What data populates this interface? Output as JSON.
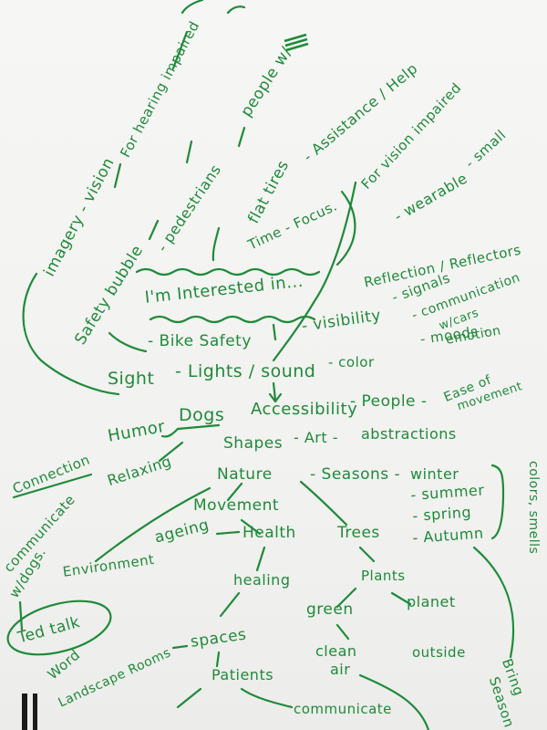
{
  "ink_color": "#1f8a3a",
  "paper_color": "#f3f3f1",
  "words": {
    "for_hearing_impaired": "For hearing impaired",
    "people_with": "people w/",
    "assistance_help": "- Assistance / Help",
    "for_vision_impaired": "For vision impaired",
    "small": "- small",
    "imagery_vision": "imagery - vision",
    "pedestrians": "- pedestrians",
    "flat_tires": "flat tires",
    "time_focus": "Time - Focus.",
    "wearable": "- wearable",
    "safety_bubble": "Safety bubble",
    "reflection": "Reflection / Reflectors",
    "im_interested": "I'm Interested in...",
    "signals": "- signals",
    "communication": "- communication",
    "w_cars": "w/cars",
    "bike_safety": "- Bike Safety",
    "visibility": "- visibility",
    "sight": "Sight",
    "lights_sound": "- Lights / sound",
    "color": "- color",
    "moods": "- moods -",
    "emotion": "emotion",
    "humor": "Humor",
    "dogs": "Dogs",
    "accessibility": "Accessibility",
    "people": "- People -",
    "ease_of": "Ease of",
    "movement_ease": "movement",
    "connection": "Connection",
    "shapes": "Shapes",
    "art": "- Art -",
    "abstractions": "abstractions",
    "relaxing": "Relaxing",
    "communicate": "communicate",
    "w_dogs": "w/dogs.",
    "nature": "Nature",
    "seasons": "- Seasons -",
    "winter": "winter",
    "summer": "- summer",
    "spring": "- spring",
    "autumn": "- Autumn",
    "colors_smells": "colors, smells",
    "movement": "Movement",
    "ageing": "ageing",
    "health": "Health",
    "trees": "Trees",
    "environment": "Environment",
    "healing": "healing",
    "plants": "Plants",
    "green": "green",
    "planet": "planet",
    "ted_talk": "Ted talk",
    "word": "Word",
    "landscape_rooms": "Landscape Rooms",
    "spaces": "spaces",
    "clean_air": "clean",
    "air": "air",
    "outside": "outside",
    "bring": "Bring",
    "season": "Season",
    "patients": "Patients",
    "communicate_bottom": "communicate"
  }
}
